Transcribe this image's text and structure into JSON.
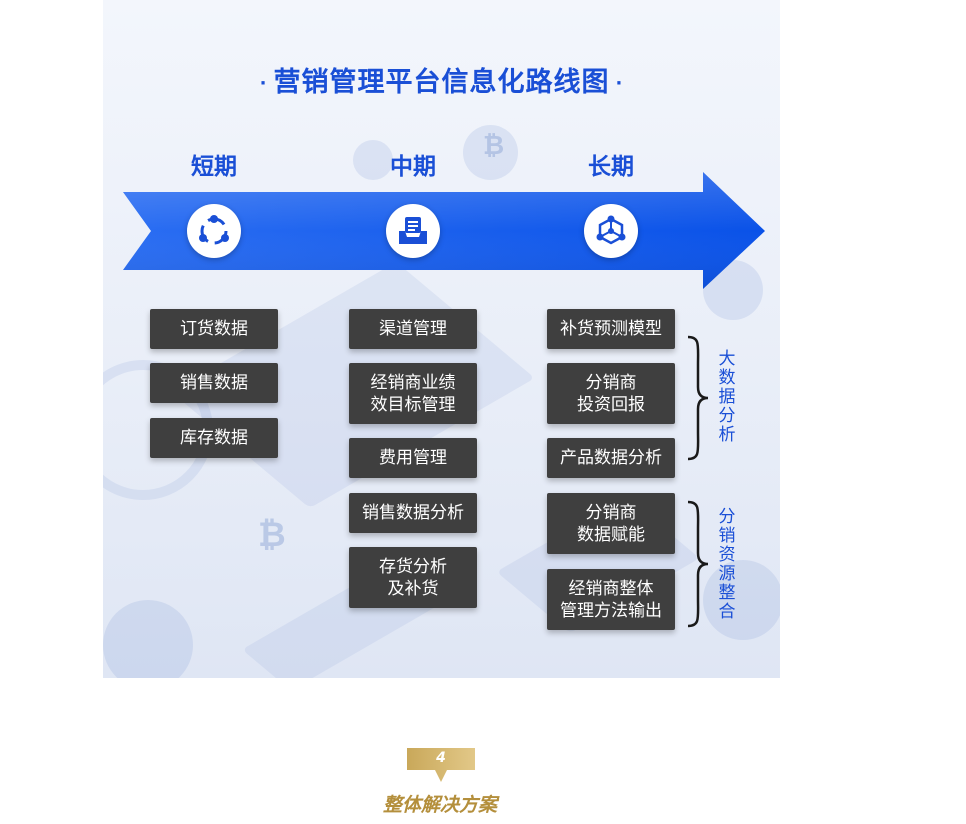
{
  "title": "营销管理平台信息化路线图",
  "title_dot": "·",
  "colors": {
    "accent": "#1a4fd6",
    "box": "#3f3f3f",
    "gold": "#b48f3c"
  },
  "phases": [
    {
      "label": "短期",
      "icon": "share-nodes-icon"
    },
    {
      "label": "中期",
      "icon": "inbox-document-icon"
    },
    {
      "label": "长期",
      "icon": "network-cube-icon"
    }
  ],
  "short_term": [
    {
      "lines": [
        "订货数据"
      ]
    },
    {
      "lines": [
        "销售数据"
      ]
    },
    {
      "lines": [
        "库存数据"
      ]
    }
  ],
  "mid_term": [
    {
      "lines": [
        "渠道管理"
      ]
    },
    {
      "lines": [
        "经销商业绩",
        "效目标管理"
      ]
    },
    {
      "lines": [
        "费用管理"
      ]
    },
    {
      "lines": [
        "销售数据分析"
      ]
    },
    {
      "lines": [
        "存货分析",
        "及补货"
      ]
    }
  ],
  "long_term": [
    {
      "lines": [
        "补货预测模型"
      ]
    },
    {
      "lines": [
        "分销商",
        "投资回报"
      ]
    },
    {
      "lines": [
        "产品数据分析"
      ]
    },
    {
      "lines": [
        "分销商",
        "数据赋能"
      ]
    },
    {
      "lines": [
        "经销商整体",
        "管理方法输出"
      ]
    }
  ],
  "groups": [
    {
      "label": "大数据分析"
    },
    {
      "label": "分销资源整合"
    }
  ],
  "footer": {
    "badge": "4",
    "caption": "整体解决方案"
  }
}
